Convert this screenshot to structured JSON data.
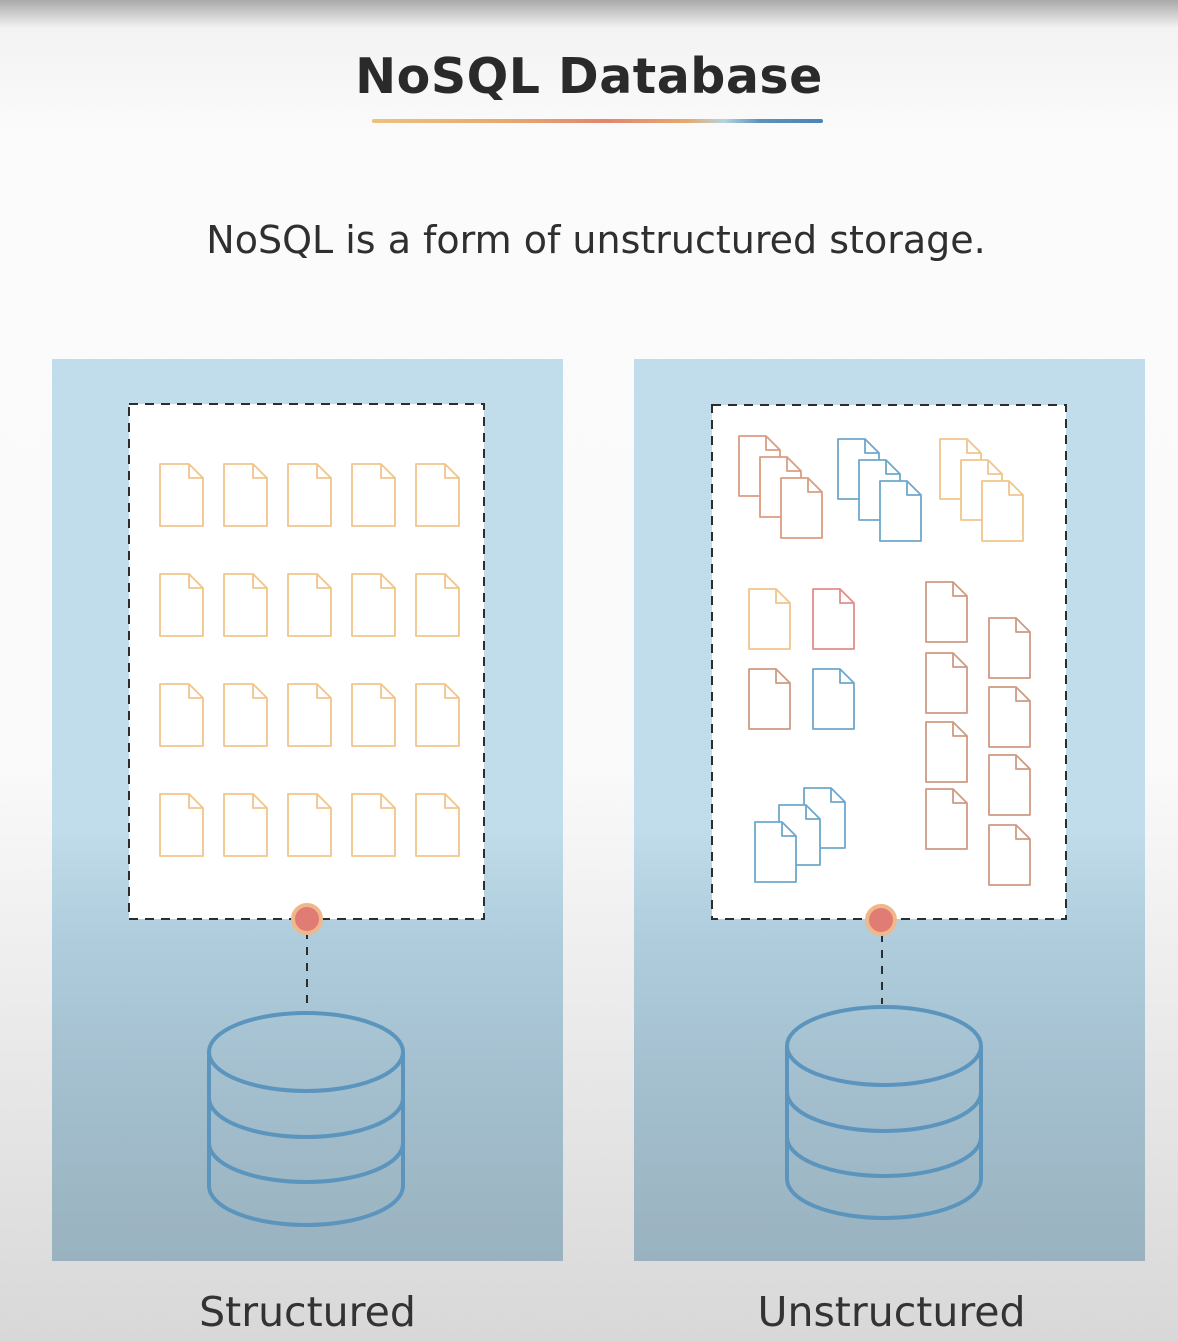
{
  "header": {
    "title": "NoSQL Database",
    "subtitle": "NoSQL is a form of unstructured storage."
  },
  "panels": [
    {
      "label": "Structured"
    },
    {
      "label": "Unstructured"
    }
  ],
  "colors": {
    "panel_blue": "#c1dcea",
    "database_stroke": "#5b94bd",
    "connector_dot": "#e07c74",
    "connector_ring": "#f0b88a",
    "doc_yellow": "#f0c58c",
    "doc_orange": "#db9c80",
    "doc_red": "#e28e8a",
    "doc_blue": "#6ea7cc",
    "doc_brown": "#cf9b82"
  },
  "icons": [
    "document-icon",
    "database-icon",
    "connector-dot-icon"
  ]
}
